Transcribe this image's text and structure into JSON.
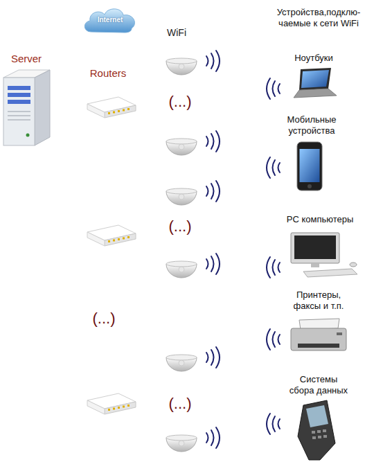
{
  "diagram": {
    "nodes": [
      {
        "text": [
          "Internet"
        ]
      }
    ],
    "labels": [
      "Server",
      "Routers",
      "WiFi",
      "Устройства,подклю- чаемые к сети WiFi",
      "Ноутбуки",
      "(...)",
      "Мобильные устройства",
      "PC компьютеры",
      "(...)",
      "Принтеры, факсы и т.п.",
      "(...)",
      "Системы сбора данных",
      "(...)"
    ]
  }
}
